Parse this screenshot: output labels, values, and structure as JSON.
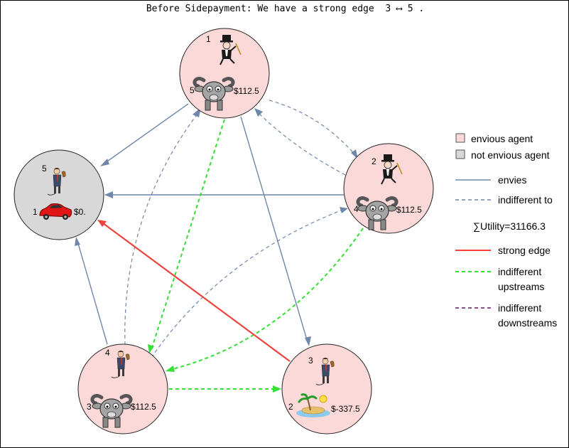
{
  "title": {
    "prefix": "Before Sidepayment: We have a strong edge",
    "edge_from": "3",
    "arrow_symbol": "⟷",
    "edge_to": "5",
    "suffix": "."
  },
  "colors": {
    "envious_fill": "#fcd9d9",
    "not_envious_fill": "#d8d8d8",
    "envies": "#6f87aa",
    "indifferent_to": "#6f87aa",
    "strong_edge": "#f0413b",
    "indifferent_upstreams": "#33e033",
    "indifferent_downstreams": "#8a4f8a"
  },
  "nodes": [
    {
      "id": "top",
      "state": "envious",
      "top_num": "1",
      "top_icon": "monopoly-man-icon",
      "bottom_num": "5",
      "bottom_icon": "goat-icon",
      "money": "$112.5"
    },
    {
      "id": "right",
      "state": "envious",
      "top_num": "2",
      "top_icon": "monopoly-man-icon",
      "bottom_num": "4",
      "bottom_icon": "goat-icon",
      "money": "$112.5"
    },
    {
      "id": "left",
      "state": "not_envious",
      "top_num": "5",
      "top_icon": "businessman-icon",
      "bottom_num": "1",
      "bottom_icon": "red-car-icon",
      "money": "$0."
    },
    {
      "id": "bottom-left",
      "state": "envious",
      "top_num": "4",
      "top_icon": "businessman-icon",
      "bottom_num": "3",
      "bottom_icon": "goat-icon",
      "money": "$112.5"
    },
    {
      "id": "bottom-right",
      "state": "envious",
      "top_num": "3",
      "top_icon": "businessman-icon",
      "bottom_num": "2",
      "bottom_icon": "island-icon",
      "money": "$-337.5"
    }
  ],
  "legend": {
    "envious_agent": "envious agent",
    "not_envious_agent": "not envious agent",
    "envies": "envies",
    "indifferent_to": "indifferent to",
    "utility": "∑Utility=31166.3",
    "strong_edge": "strong edge",
    "indifferent_upstreams_1": "indifferent",
    "indifferent_upstreams_2": "upstreams",
    "indifferent_downstreams_1": "indifferent",
    "indifferent_downstreams_2": "downstreams"
  }
}
